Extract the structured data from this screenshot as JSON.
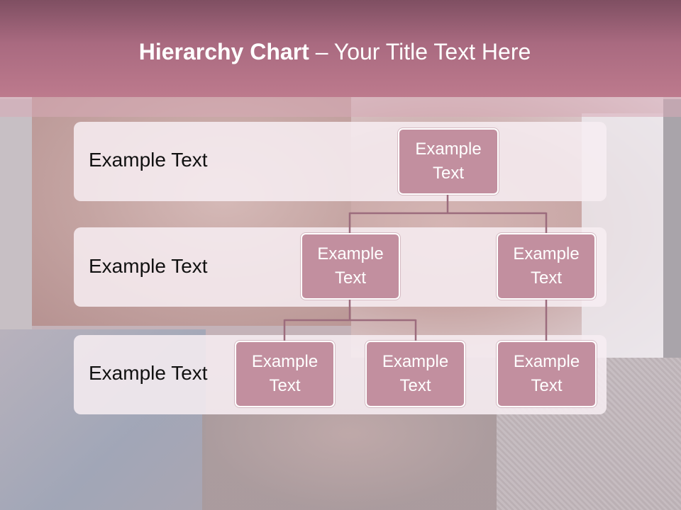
{
  "slide": {
    "title_bold": "Hierarchy Chart",
    "title_rest": " – Your Title Text Here"
  },
  "levels": [
    {
      "label": "Example Text"
    },
    {
      "label": "Example Text"
    },
    {
      "label": "Example Text"
    }
  ],
  "nodes": {
    "root": {
      "line1": "Example",
      "line2": "Text"
    },
    "mid_left": {
      "line1": "Example",
      "line2": "Text"
    },
    "mid_right": {
      "line1": "Example",
      "line2": "Text"
    },
    "leaf_1": {
      "line1": "Example",
      "line2": "Text"
    },
    "leaf_2": {
      "line1": "Example",
      "line2": "Text"
    },
    "leaf_3": {
      "line1": "Example",
      "line2": "Text"
    }
  },
  "colors": {
    "title_bar": "#b0708a",
    "node_fill": "#c28f9f",
    "connector": "#9c6c7d",
    "band_fill": "#f7eef2"
  }
}
